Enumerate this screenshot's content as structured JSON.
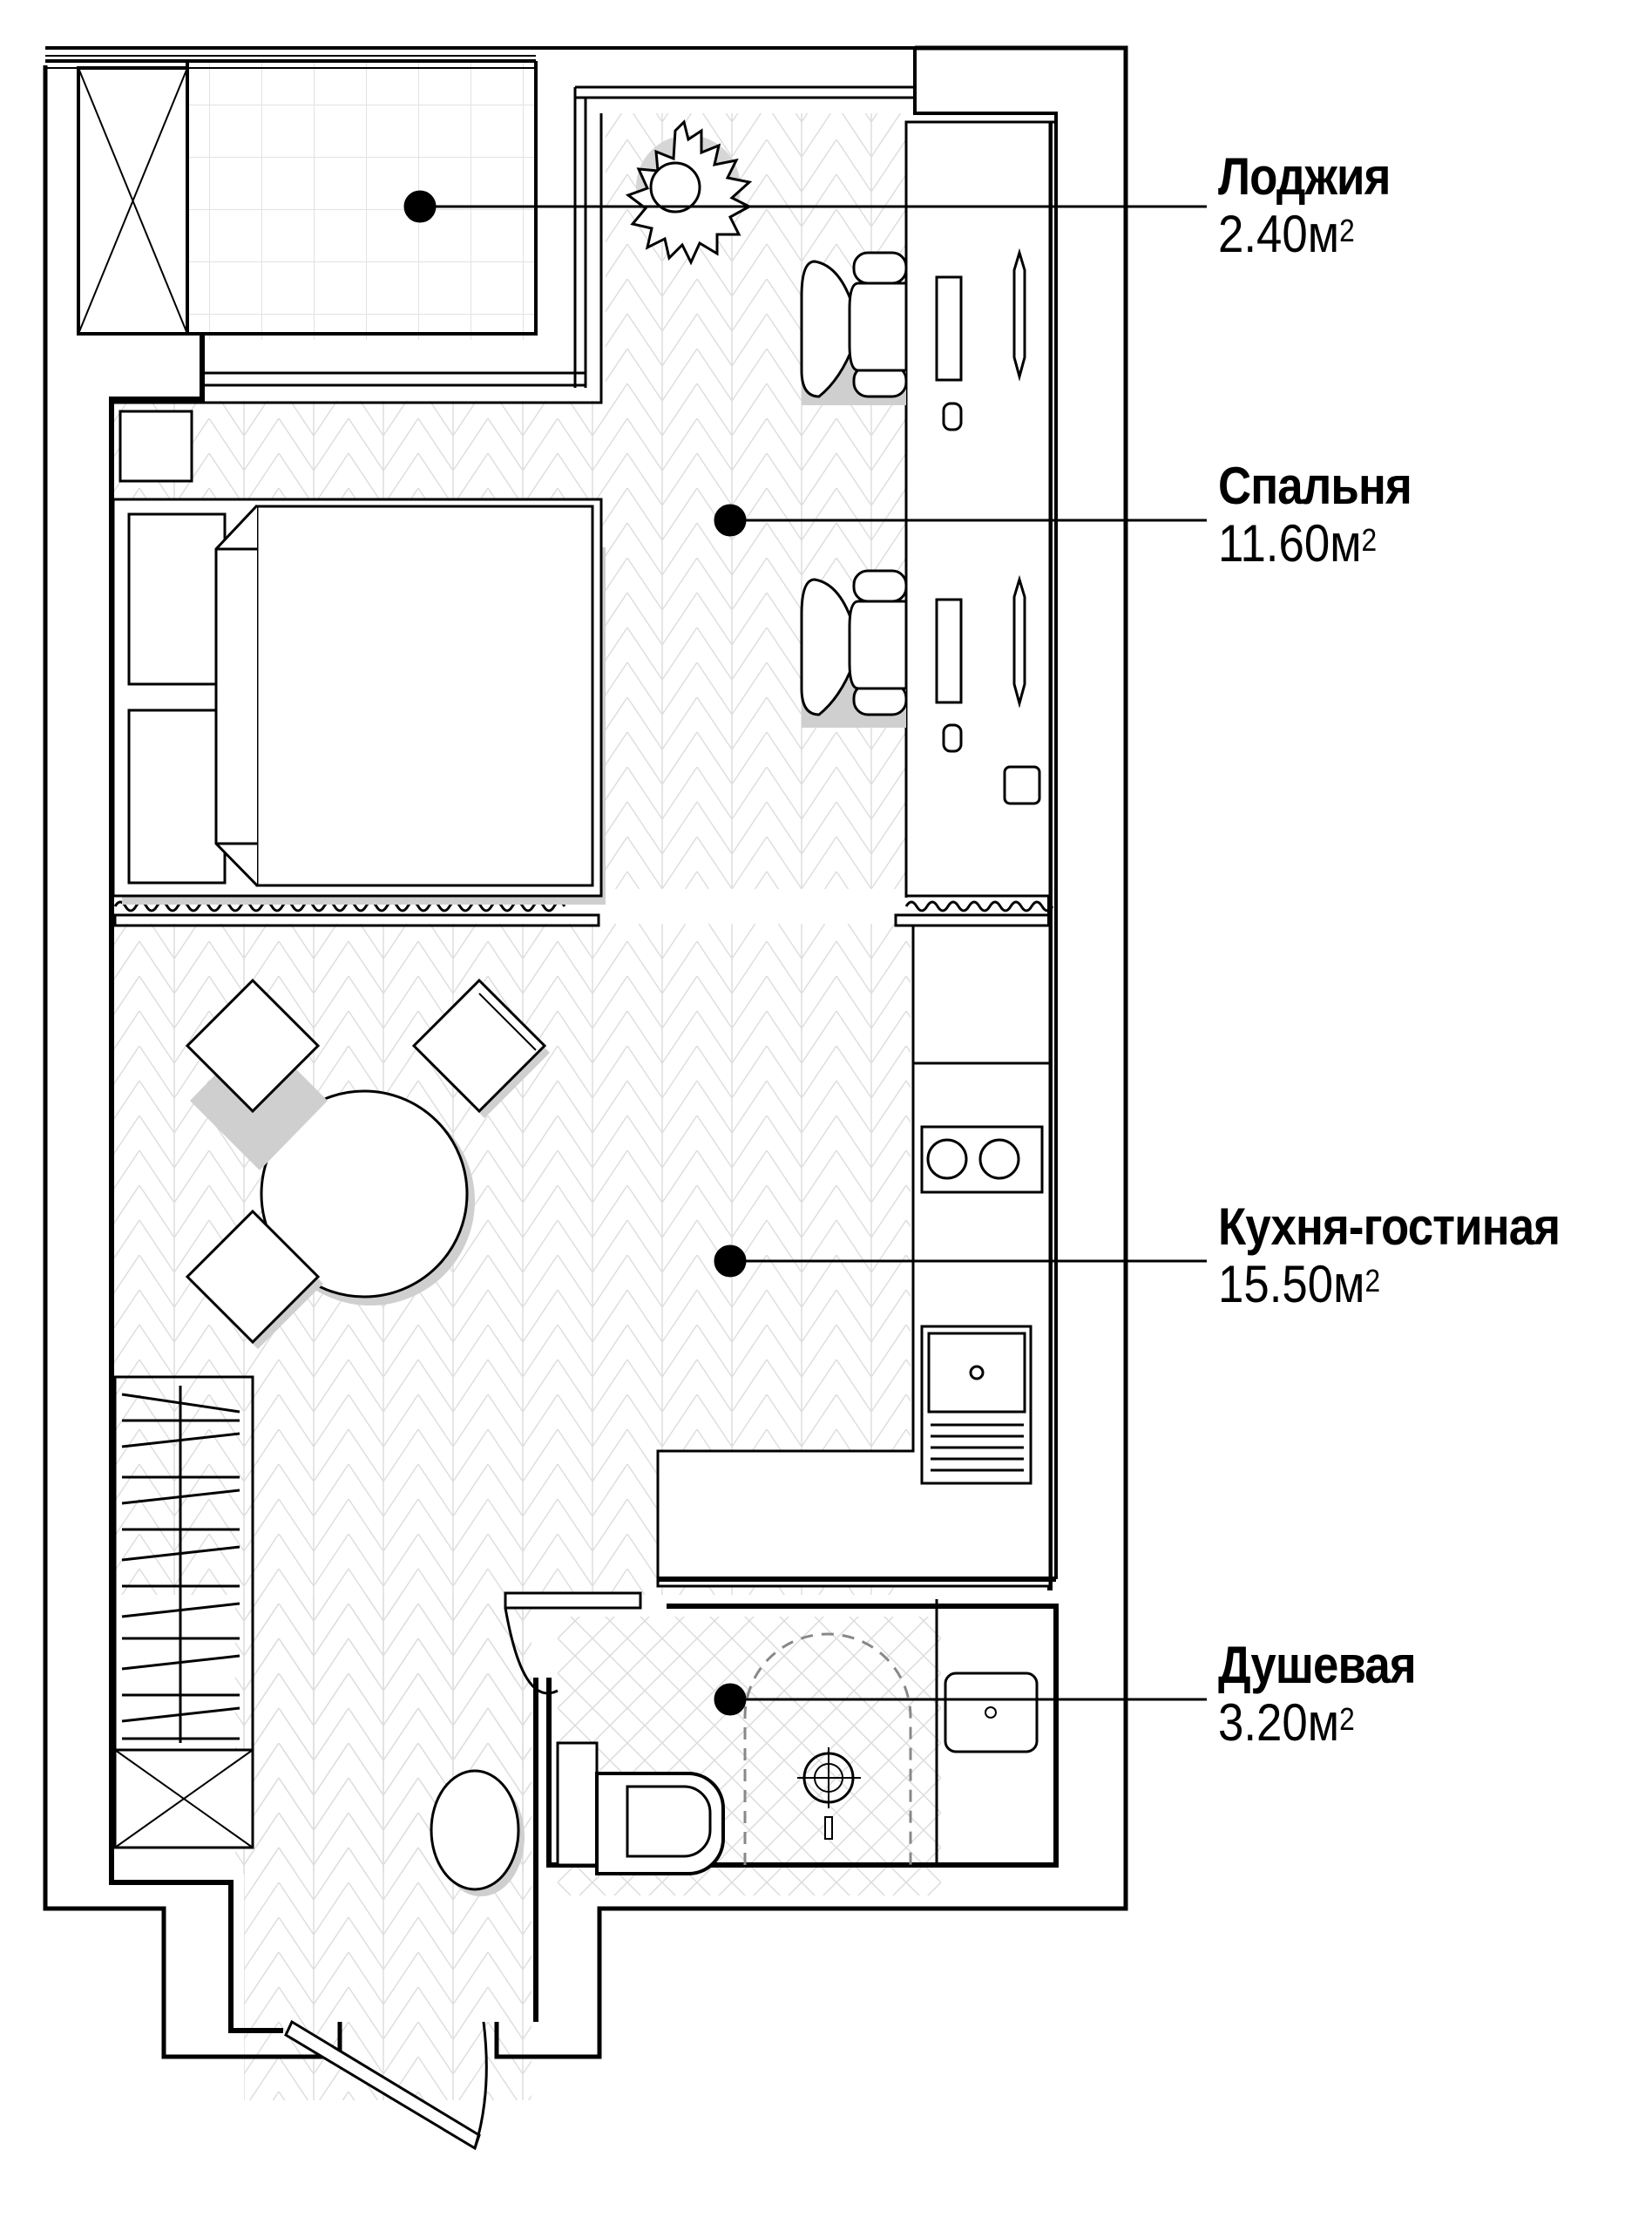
{
  "rooms": [
    {
      "name": "Лоджия",
      "area_value": "2.40м",
      "area_unit_sup": "2"
    },
    {
      "name": "Спальня",
      "area_value": "11.60м",
      "area_unit_sup": "2"
    },
    {
      "name": "Кухня-гостиная",
      "area_value": "15.50м",
      "area_unit_sup": "2"
    },
    {
      "name": "Душевая",
      "area_value": "3.20м",
      "area_unit_sup": "2"
    }
  ],
  "colors": {
    "line": "#000000",
    "floor_pattern": "#dcdcdc",
    "shadow": "#cfcfcf",
    "background": "#ffffff",
    "shower_dash": "#888888"
  }
}
